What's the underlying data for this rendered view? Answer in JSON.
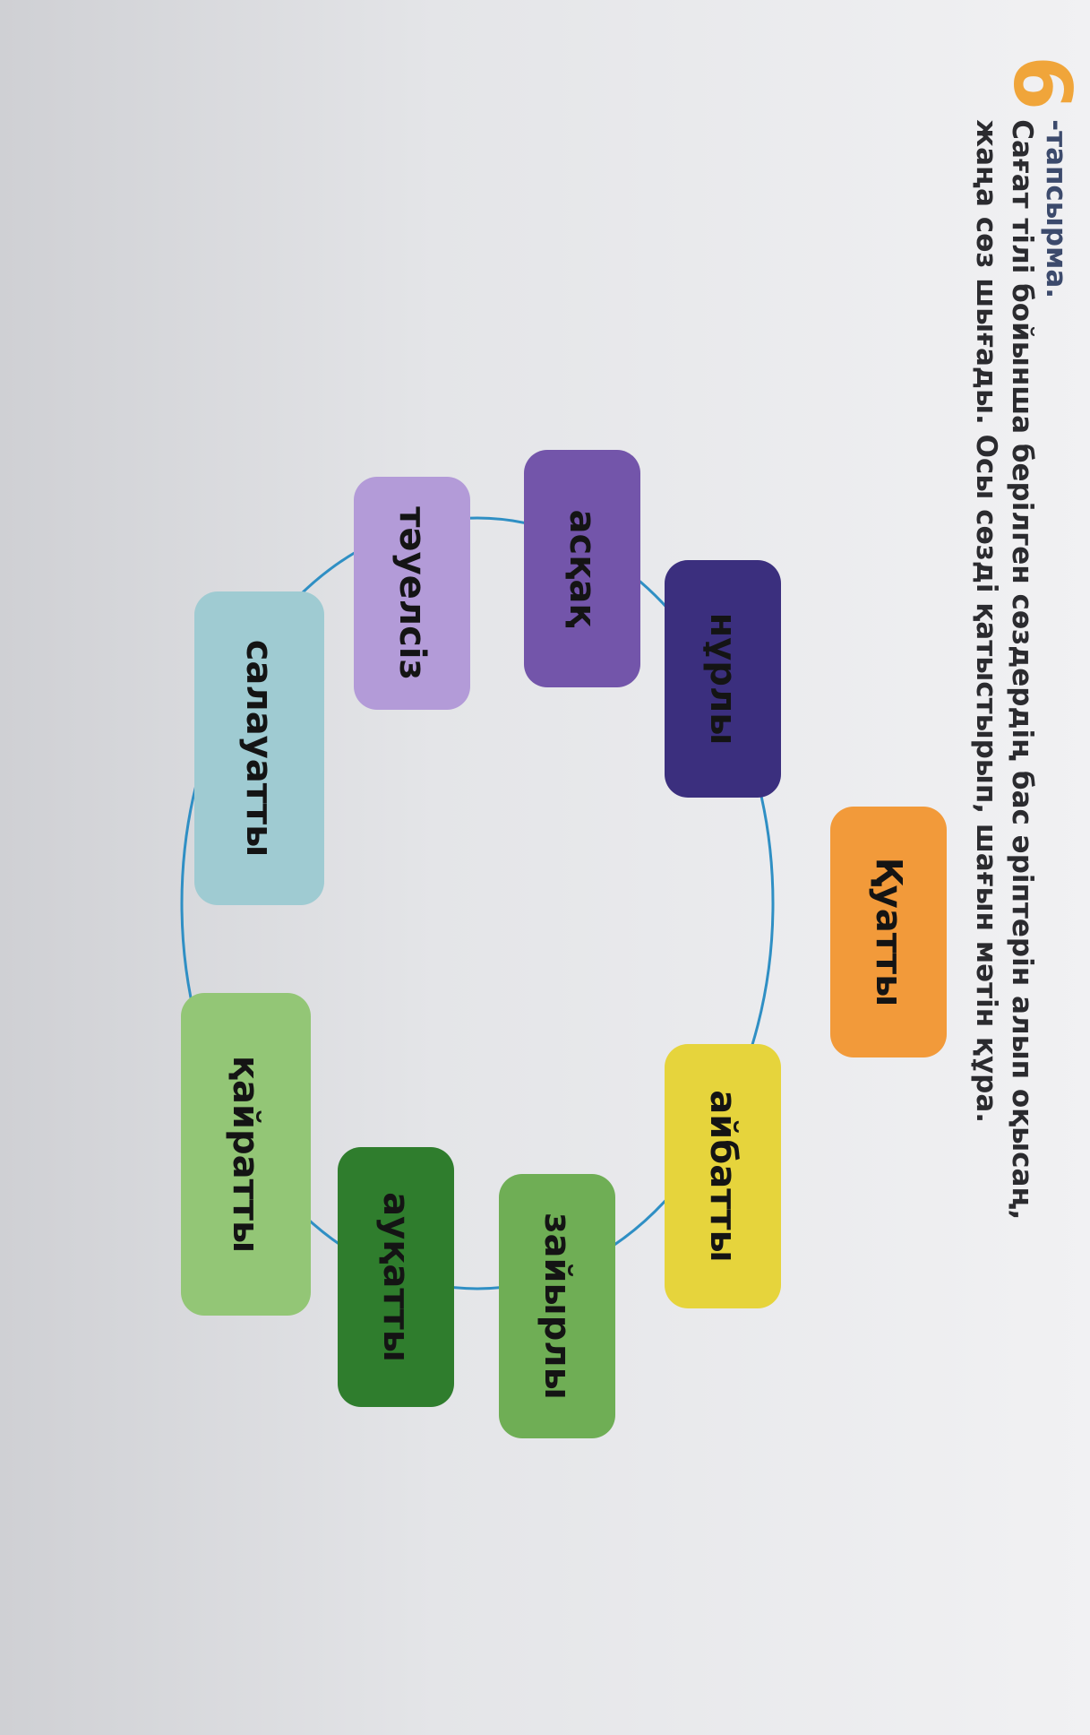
{
  "task": {
    "number": "6",
    "label": "-тапсырма.",
    "instruction_line1": "Сағат тілі бойынша берілген сөздердің бас әріптерін алып оқысаң,",
    "instruction_line2": "жаңа сөз шығады. Осы сөзді қатыстырып, шағын мәтін құра."
  },
  "words": [
    {
      "text": "Қуатты",
      "color": "#f29a3a"
    },
    {
      "text": "айбатты",
      "color": "#e6d43c"
    },
    {
      "text": "зайырлы",
      "color": "#6fae55"
    },
    {
      "text": "ауқатты",
      "color": "#2f7d2d"
    },
    {
      "text": "қайратты",
      "color": "#93c676"
    },
    {
      "text": "салауатты",
      "color": "#9fcbd2"
    },
    {
      "text": "тәуелсіз",
      "color": "#b39bd8"
    },
    {
      "text": "асқақ",
      "color": "#7355aa"
    },
    {
      "text": "нұрлы",
      "color": "#3b2f7e"
    }
  ],
  "ring_color": "#2f8fc4"
}
